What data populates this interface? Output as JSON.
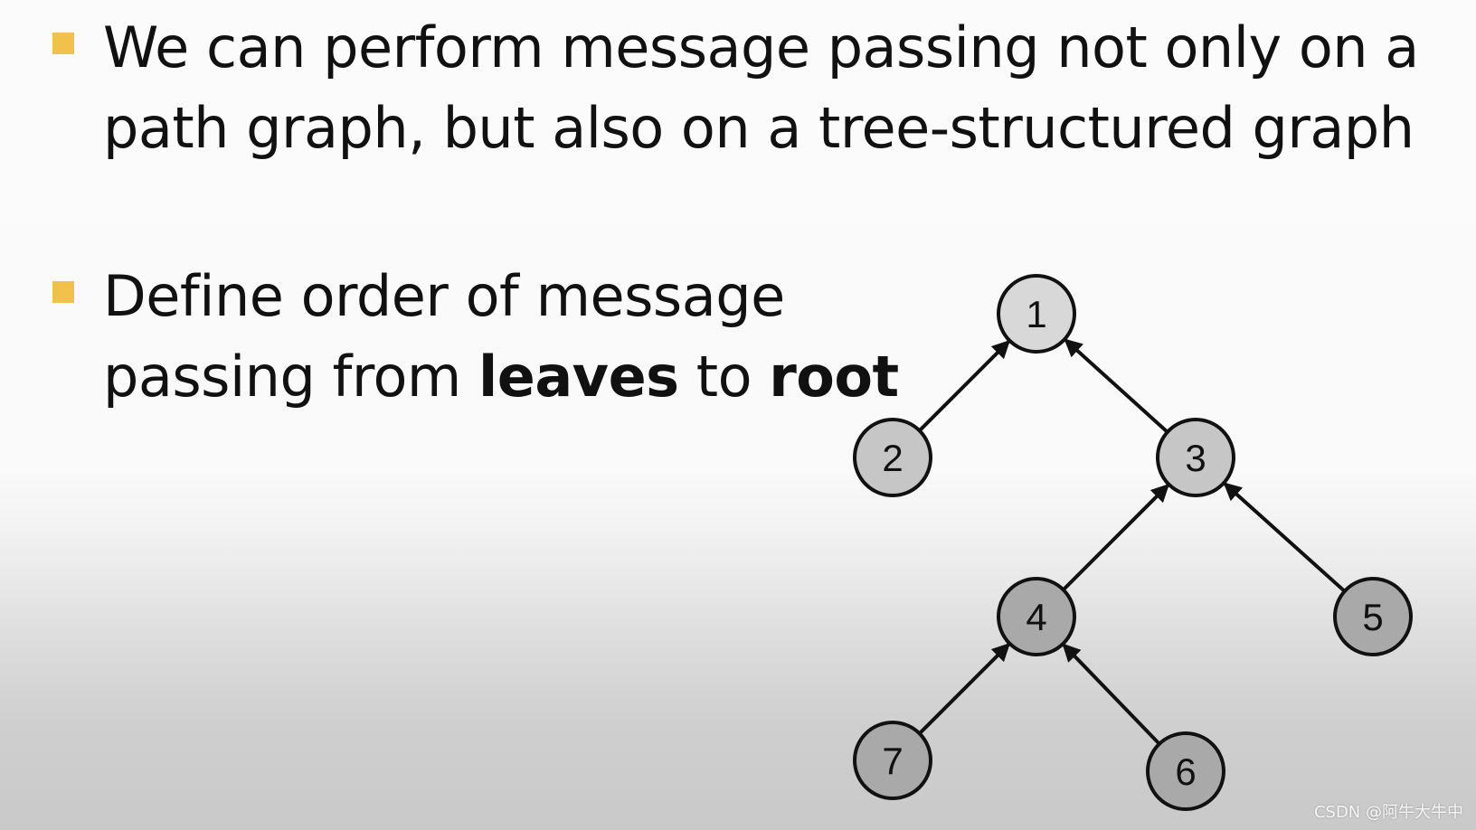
{
  "bullets": [
    {
      "text": "We can perform message passing not only on a path graph, but also on a tree-structured graph"
    },
    {
      "text_before": "Define order of message passing from ",
      "bold_1": "leaves",
      "text_middle": " to ",
      "bold_2": "root"
    }
  ],
  "colors": {
    "bullet_marker": "#f2c14b",
    "root_node_fill": "#d8d8d8",
    "mid_node_fill": "#c6c6c6",
    "deep_node_fill": "#a9a9a9",
    "node_stroke": "#111111",
    "edge": "#111111"
  },
  "tree": {
    "nodes": [
      {
        "id": "1",
        "level": 0
      },
      {
        "id": "2",
        "level": 1
      },
      {
        "id": "3",
        "level": 1
      },
      {
        "id": "4",
        "level": 2
      },
      {
        "id": "5",
        "level": 2
      },
      {
        "id": "7",
        "level": 3
      },
      {
        "id": "6",
        "level": 3
      }
    ],
    "edges": [
      {
        "from": "2",
        "to": "1"
      },
      {
        "from": "3",
        "to": "1"
      },
      {
        "from": "4",
        "to": "3"
      },
      {
        "from": "5",
        "to": "3"
      },
      {
        "from": "7",
        "to": "4"
      },
      {
        "from": "6",
        "to": "4"
      }
    ]
  },
  "watermark": "CSDN @阿牛大牛中"
}
